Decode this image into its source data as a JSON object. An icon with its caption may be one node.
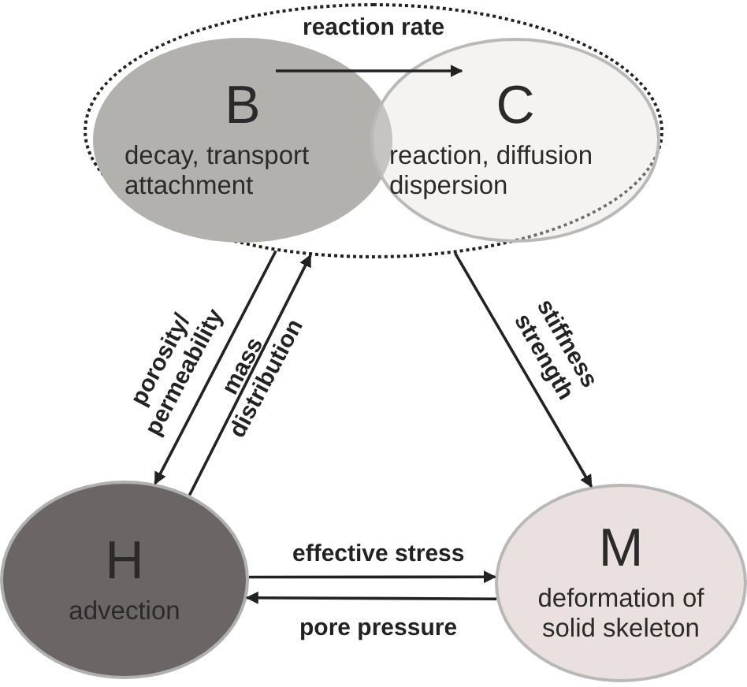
{
  "diagram": {
    "nodes": [
      {
        "text": [],
        "shape": "circle"
      },
      {
        "text": [
          "B",
          "decay, transport attachment"
        ],
        "in": 0
      },
      {
        "text": [
          "C",
          "reaction, diffusion dispersion"
        ],
        "in": 0
      },
      {
        "text": [
          "H",
          "advection"
        ]
      },
      {
        "text": [
          "M",
          "deformation of solid skeleton"
        ]
      }
    ],
    "edges": [
      {
        "from": 1,
        "to": 2,
        "arrow": "to",
        "label": "reaction rate"
      },
      {
        "from": 0,
        "to": 3,
        "arrow": "to",
        "label": "porosity/ permeability"
      },
      {
        "from": 3,
        "to": 0,
        "arrow": "to",
        "label": "mass distribution"
      },
      {
        "from": 0,
        "to": 4,
        "arrow": "to",
        "label": "stiffness strength"
      },
      {
        "from": 3,
        "to": 4,
        "arrow": "to",
        "label": "effective stress"
      },
      {
        "from": 4,
        "to": 3,
        "arrow": "to",
        "label": "pore pressure"
      }
    ]
  }
}
